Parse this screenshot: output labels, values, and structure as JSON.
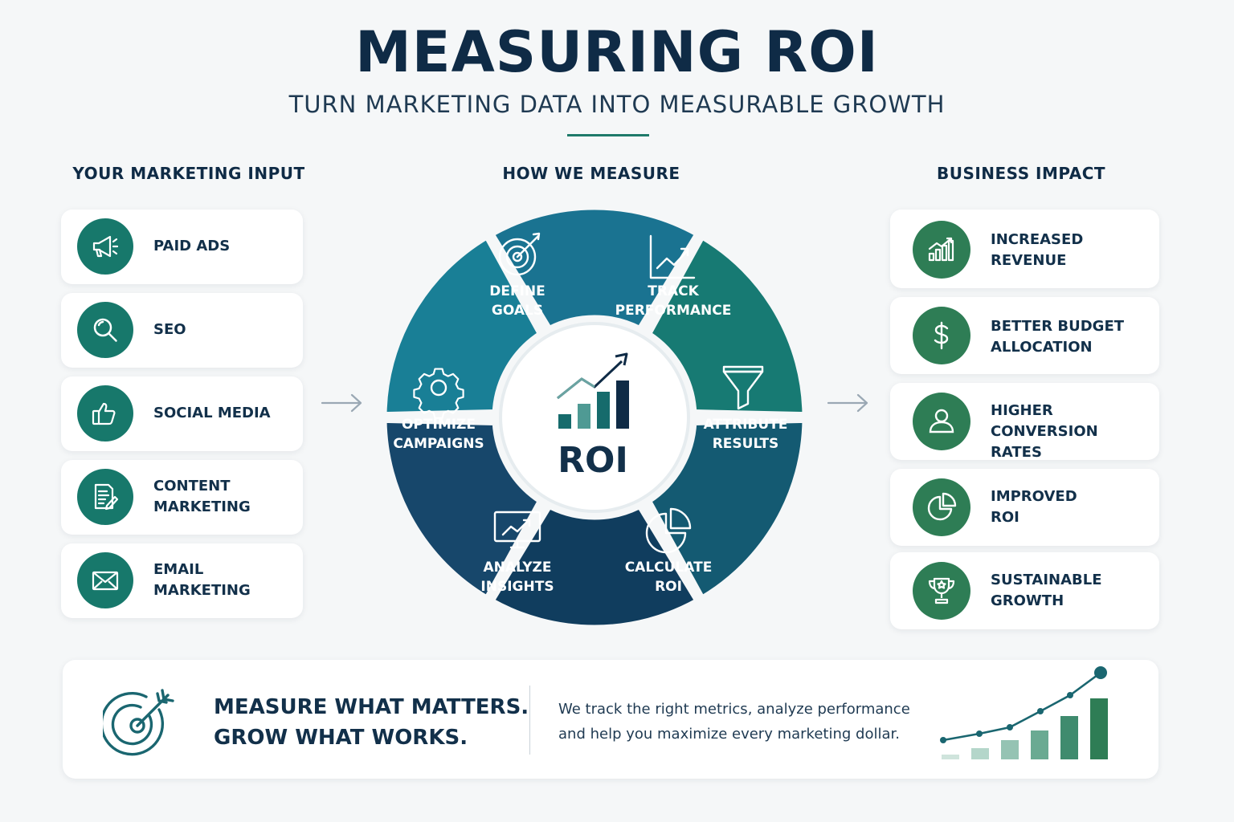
{
  "header": {
    "title": "MEASURING ROI",
    "subtitle": "TURN MARKETING DATA INTO MEASURABLE GROWTH"
  },
  "columns": {
    "input": "YOUR MARKETING INPUT",
    "measure": "HOW WE MEASURE",
    "impact": "BUSINESS IMPACT"
  },
  "inputs": [
    {
      "label": "PAID ADS",
      "icon": "megaphone-icon"
    },
    {
      "label": "SEO",
      "icon": "magnifier-icon"
    },
    {
      "label": "SOCIAL MEDIA",
      "icon": "thumbs-up-icon"
    },
    {
      "label": "CONTENT\nMARKETING",
      "icon": "document-pen-icon"
    },
    {
      "label": "EMAIL\nMARKETING",
      "icon": "envelope-icon"
    }
  ],
  "wheel": {
    "center_label": "ROI",
    "segments": [
      {
        "label": "DEFINE\nGOALS",
        "icon": "target-icon",
        "color": "#1a7391"
      },
      {
        "label": "TRACK\nPERFORMANCE",
        "icon": "line-chart-icon",
        "color": "#177a73"
      },
      {
        "label": "ATTRIBUTE\nRESULTS",
        "icon": "funnel-icon",
        "color": "#145a72"
      },
      {
        "label": "CALCULATE\nROI",
        "icon": "pie-chart-icon",
        "color": "#103d5e"
      },
      {
        "label": "ANALYZE\nINSIGHTS",
        "icon": "monitor-chart-icon",
        "color": "#17476b"
      },
      {
        "label": "OPTIMIZE\nCAMPAIGNS",
        "icon": "gear-icon",
        "color": "#197f96"
      }
    ]
  },
  "impacts": [
    {
      "label": "INCREASED\nREVENUE",
      "icon": "bar-growth-icon"
    },
    {
      "label": "BETTER BUDGET\nALLOCATION",
      "icon": "dollar-icon"
    },
    {
      "label": "HIGHER CONVERSION\nRATES",
      "icon": "person-icon"
    },
    {
      "label": "IMPROVED\nROI",
      "icon": "pie-icon"
    },
    {
      "label": "SUSTAINABLE\nGROWTH",
      "icon": "trophy-icon"
    }
  ],
  "footer": {
    "tagline": "MEASURE WHAT MATTERS.\nGROW WHAT WORKS.",
    "description": "We track the right metrics, analyze performance\nand help you maximize every marketing dollar.",
    "icon": "target-arrow-icon",
    "growth_chart_icon": "growth-chart-icon"
  },
  "colors": {
    "navy": "#0f2b46",
    "teal": "#17786b",
    "green": "#2e7d55"
  }
}
